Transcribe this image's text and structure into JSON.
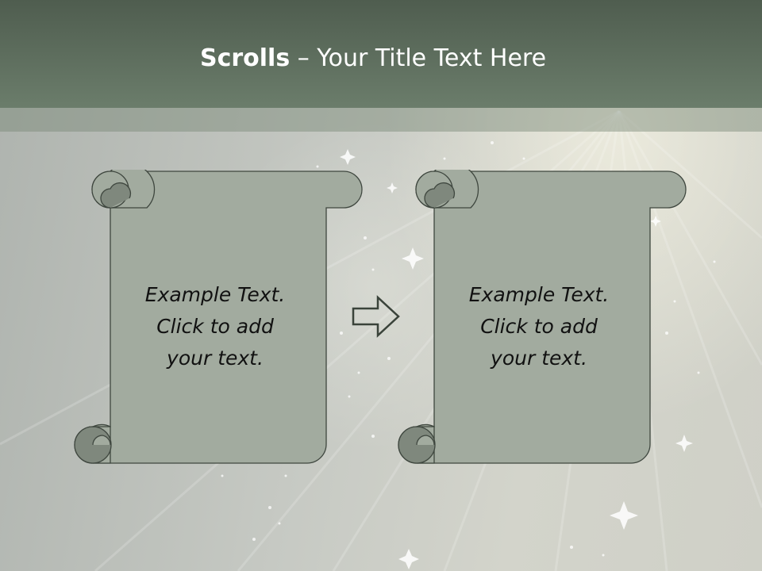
{
  "title": {
    "bold": "Scrolls",
    "separator": " – ",
    "rest": "Your Title Text Here"
  },
  "scrolls": [
    {
      "lines": [
        "Example  Text.",
        "Click  to add",
        "your text."
      ]
    },
    {
      "lines": [
        "Example  Text.",
        "Click  to add",
        "your text."
      ]
    }
  ],
  "arrow": {
    "icon": "right-arrow-icon"
  },
  "colors": {
    "title_bar": "#5c6b5c",
    "scroll_fill": "#a2ab9f",
    "scroll_curl": "#7f887d",
    "scroll_stroke": "#3f473f"
  }
}
